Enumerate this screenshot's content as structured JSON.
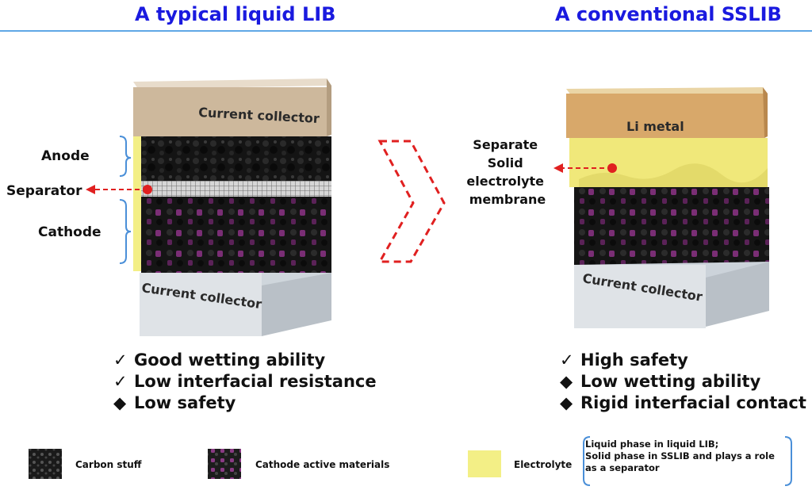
{
  "titles": {
    "left": "A typical liquid LIB",
    "right": "A conventional SSLIB"
  },
  "left_cell": {
    "top_layer": "Current collector",
    "bottom_layer": "Current collector",
    "labels": {
      "anode": "Anode",
      "separator": "Separator",
      "cathode": "Cathode"
    }
  },
  "right_cell": {
    "top_layer": "Li metal",
    "bottom_layer": "Current collector",
    "callout": [
      "Separate",
      "Solid",
      "electrolyte",
      "membrane"
    ]
  },
  "bullets_left": [
    {
      "symbol": "✓",
      "text": "Good wetting ability"
    },
    {
      "symbol": "✓",
      "text": "Low interfacial resistance"
    },
    {
      "symbol": "◆",
      "text": "Low safety"
    }
  ],
  "bullets_right": [
    {
      "symbol": "✓",
      "text": "High safety"
    },
    {
      "symbol": "◆",
      "text": "Low wetting ability"
    },
    {
      "symbol": "◆",
      "text": "Rigid interfacial contact"
    }
  ],
  "legend": {
    "carbon": "Carbon stuff",
    "cathode_active": "Cathode active materials",
    "electrolyte": "Electrolyte",
    "note": [
      "Liquid phase in liquid LIB;",
      "Solid phase in SSLIB and plays a role",
      "as a separator"
    ]
  },
  "colors": {
    "title": "#1a1adf",
    "arrow": "#e02020",
    "electrolyte": "#f3ef86",
    "brace": "#4a8fd8"
  }
}
